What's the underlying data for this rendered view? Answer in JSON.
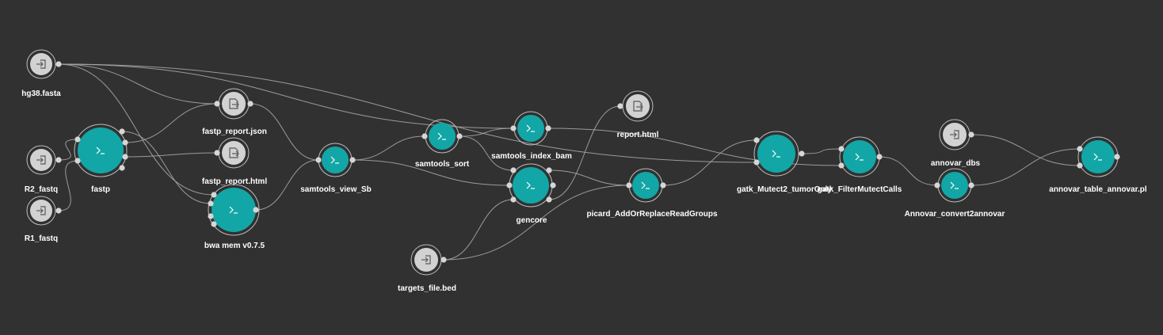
{
  "colors": {
    "background": "#313131",
    "step_node": "#13a6a6",
    "io_node": "#d2d2d2",
    "edge": "#a6a6a6",
    "label": "#ffffff"
  },
  "nodes": [
    {
      "id": "hg38",
      "label": "hg38.fasta",
      "kind": "input",
      "icon": "input-icon"
    },
    {
      "id": "r2",
      "label": "R2_fastq",
      "kind": "input",
      "icon": "input-icon"
    },
    {
      "id": "r1",
      "label": "R1_fastq",
      "kind": "input",
      "icon": "input-icon"
    },
    {
      "id": "fastp",
      "label": "fastp",
      "kind": "step",
      "icon": "terminal-icon"
    },
    {
      "id": "fastp_json",
      "label": "fastp_report.json",
      "kind": "output",
      "icon": "output-icon"
    },
    {
      "id": "fastp_html",
      "label": "fastp_report.html",
      "kind": "output",
      "icon": "output-icon"
    },
    {
      "id": "bwa",
      "label": "bwa mem v0.7.5",
      "kind": "step",
      "icon": "terminal-icon"
    },
    {
      "id": "view",
      "label": "samtools_view_Sb",
      "kind": "step",
      "icon": "terminal-icon"
    },
    {
      "id": "sort",
      "label": "samtools_sort",
      "kind": "step",
      "icon": "terminal-icon"
    },
    {
      "id": "index",
      "label": "samtools_index_bam",
      "kind": "step",
      "icon": "terminal-icon"
    },
    {
      "id": "gencore",
      "label": "gencore",
      "kind": "step",
      "icon": "terminal-icon"
    },
    {
      "id": "targets",
      "label": "targets_file.bed",
      "kind": "input",
      "icon": "input-icon"
    },
    {
      "id": "report",
      "label": "report.html",
      "kind": "output",
      "icon": "output-icon"
    },
    {
      "id": "picard",
      "label": "picard_AddOrReplaceReadGroups",
      "kind": "step",
      "icon": "terminal-icon"
    },
    {
      "id": "mutect",
      "label": "gatk_Mutect2_tumorOnly",
      "kind": "step",
      "icon": "terminal-icon"
    },
    {
      "id": "filter",
      "label": "gatk_FilterMutectCalls",
      "kind": "step",
      "icon": "terminal-icon"
    },
    {
      "id": "dbs",
      "label": "annovar_dbs",
      "kind": "input",
      "icon": "input-icon"
    },
    {
      "id": "convert",
      "label": "Annovar_convert2annovar",
      "kind": "step",
      "icon": "terminal-icon"
    },
    {
      "id": "table",
      "label": "annovar_table_annovar.pl",
      "kind": "step",
      "icon": "terminal-icon"
    }
  ],
  "edges": [
    [
      "r2",
      "fastp"
    ],
    [
      "r1",
      "fastp"
    ],
    [
      "hg38",
      "fastp_json"
    ],
    [
      "hg38",
      "bwa"
    ],
    [
      "hg38",
      "index"
    ],
    [
      "hg38",
      "mutect"
    ],
    [
      "fastp",
      "fastp_json"
    ],
    [
      "fastp",
      "fastp_html"
    ],
    [
      "fastp",
      "bwa"
    ],
    [
      "fastp_json",
      "view"
    ],
    [
      "bwa",
      "view"
    ],
    [
      "view",
      "sort"
    ],
    [
      "view",
      "gencore"
    ],
    [
      "sort",
      "index"
    ],
    [
      "sort",
      "gencore"
    ],
    [
      "index",
      "filter"
    ],
    [
      "targets",
      "gencore"
    ],
    [
      "targets",
      "picard"
    ],
    [
      "gencore",
      "report"
    ],
    [
      "gencore",
      "picard"
    ],
    [
      "picard",
      "mutect"
    ],
    [
      "mutect",
      "filter"
    ],
    [
      "filter",
      "convert"
    ],
    [
      "dbs",
      "table"
    ],
    [
      "convert",
      "table"
    ]
  ]
}
